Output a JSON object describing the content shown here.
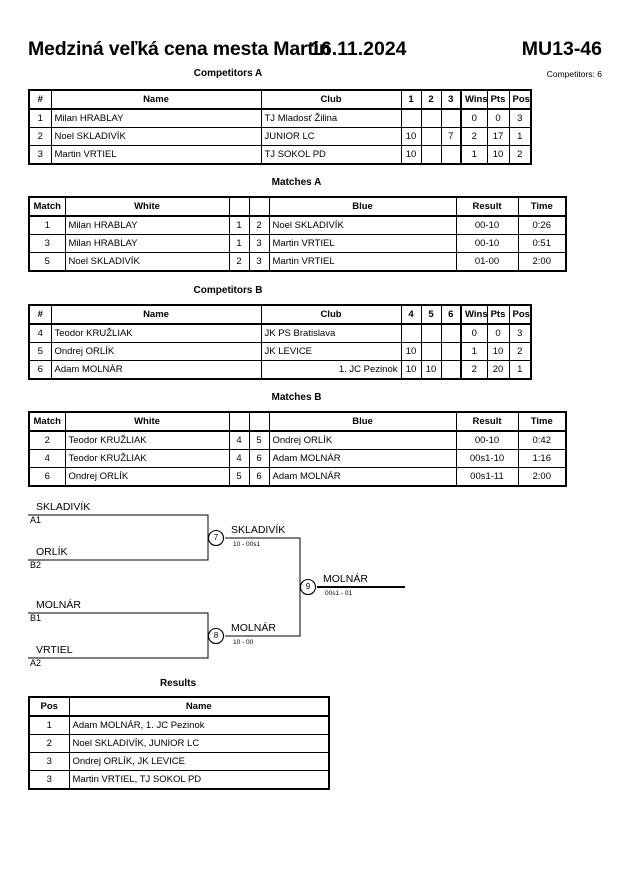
{
  "header": {
    "title": "Medziná veľká cena mesta Martin",
    "date": "16.11.2024",
    "category": "MU13-46",
    "competitors_label": "Competitors: 6"
  },
  "pools": [
    {
      "caption": "Competitors A",
      "columns": [
        "#",
        "Name",
        "Club",
        "1",
        "2",
        "3",
        "Wins",
        "Pts",
        "Pos"
      ],
      "rows": [
        {
          "num": "1",
          "name": "Milan HRABLAY",
          "club": "TJ Mladosť Žilina",
          "club_align": "l",
          "s1": "",
          "s2": "",
          "s3": "",
          "wins": "0",
          "pts": "0",
          "pos": "3"
        },
        {
          "num": "2",
          "name": "Noel SKLADIVÍK",
          "club": "JUNIOR LC",
          "club_align": "l",
          "s1": "10",
          "s2": "",
          "s3": "7",
          "wins": "2",
          "pts": "17",
          "pos": "1"
        },
        {
          "num": "3",
          "name": "Martin VRTIEL",
          "club": "TJ SOKOL PD",
          "club_align": "l",
          "s1": "10",
          "s2": "",
          "s3": "",
          "wins": "1",
          "pts": "10",
          "pos": "2"
        }
      ]
    },
    {
      "caption": "Competitors B",
      "columns": [
        "#",
        "Name",
        "Club",
        "4",
        "5",
        "6",
        "Wins",
        "Pts",
        "Pos"
      ],
      "rows": [
        {
          "num": "4",
          "name": "Teodor KRUŽLIAK",
          "club": "JK PS Bratislava",
          "club_align": "l",
          "s1": "",
          "s2": "",
          "s3": "",
          "wins": "0",
          "pts": "0",
          "pos": "3"
        },
        {
          "num": "5",
          "name": "Ondrej ORLÍK",
          "club": "JK LEVICE",
          "club_align": "l",
          "s1": "10",
          "s2": "",
          "s3": "",
          "wins": "1",
          "pts": "10",
          "pos": "2"
        },
        {
          "num": "6",
          "name": "Adam MOLNÁR",
          "club": "1. JC Pezinok",
          "club_align": "r",
          "s1": "10",
          "s2": "10",
          "s3": "",
          "wins": "2",
          "pts": "20",
          "pos": "1"
        }
      ]
    }
  ],
  "matches": [
    {
      "caption": "Matches A",
      "columns": [
        "Match",
        "White",
        "",
        "",
        "Blue",
        "Result",
        "Time"
      ],
      "rows": [
        {
          "match": "1",
          "white": "Milan HRABLAY",
          "wnum": "1",
          "bnum": "2",
          "blue": "Noel SKLADIVÍK",
          "result": "00-10",
          "time": "0:26"
        },
        {
          "match": "3",
          "white": "Milan HRABLAY",
          "wnum": "1",
          "bnum": "3",
          "blue": "Martin VRTIEL",
          "result": "00-10",
          "time": "0:51"
        },
        {
          "match": "5",
          "white": "Noel SKLADIVÍK",
          "wnum": "2",
          "bnum": "3",
          "blue": "Martin VRTIEL",
          "result": "01-00",
          "time": "2:00"
        }
      ]
    },
    {
      "caption": "Matches B",
      "columns": [
        "Match",
        "White",
        "",
        "",
        "Blue",
        "Result",
        "Time"
      ],
      "rows": [
        {
          "match": "2",
          "white": "Teodor KRUŽLIAK",
          "wnum": "4",
          "bnum": "5",
          "blue": "Ondrej ORLÍK",
          "result": "00-10",
          "time": "0:42"
        },
        {
          "match": "4",
          "white": "Teodor KRUŽLIAK",
          "wnum": "4",
          "bnum": "6",
          "blue": "Adam MOLNÁR",
          "result": "00s1-10",
          "time": "1:16"
        },
        {
          "match": "6",
          "white": "Ondrej ORLÍK",
          "wnum": "5",
          "bnum": "6",
          "blue": "Adam MOLNÁR",
          "result": "00s1-11",
          "time": "2:00"
        }
      ]
    }
  ],
  "bracket": {
    "entries": [
      {
        "name": "SKLADIVÍK",
        "seed": "A1"
      },
      {
        "name": "ORLÍK",
        "seed": "B2"
      },
      {
        "name": "MOLNÁR",
        "seed": "B1"
      },
      {
        "name": "VRTIEL",
        "seed": "A2"
      }
    ],
    "semifinals": [
      {
        "number": "7",
        "winner": "SKLADIVÍK",
        "score": "10 - 00s1"
      },
      {
        "number": "8",
        "winner": "MOLNÁR",
        "score": "10 - 00"
      }
    ],
    "final": {
      "number": "9",
      "winner": "MOLNÁR",
      "score": "00s1 - 01"
    }
  },
  "results": {
    "caption": "Results",
    "columns": [
      "Pos",
      "Name"
    ],
    "rows": [
      {
        "pos": "1",
        "name": "Adam MOLNÁR, 1. JC Pezinok"
      },
      {
        "pos": "2",
        "name": "Noel SKLADIVÍK, JUNIOR LC"
      },
      {
        "pos": "3",
        "name": "Ondrej ORLÍK, JK LEVICE"
      },
      {
        "pos": "3",
        "name": "Martin VRTIEL, TJ SOKOL PD"
      }
    ]
  }
}
